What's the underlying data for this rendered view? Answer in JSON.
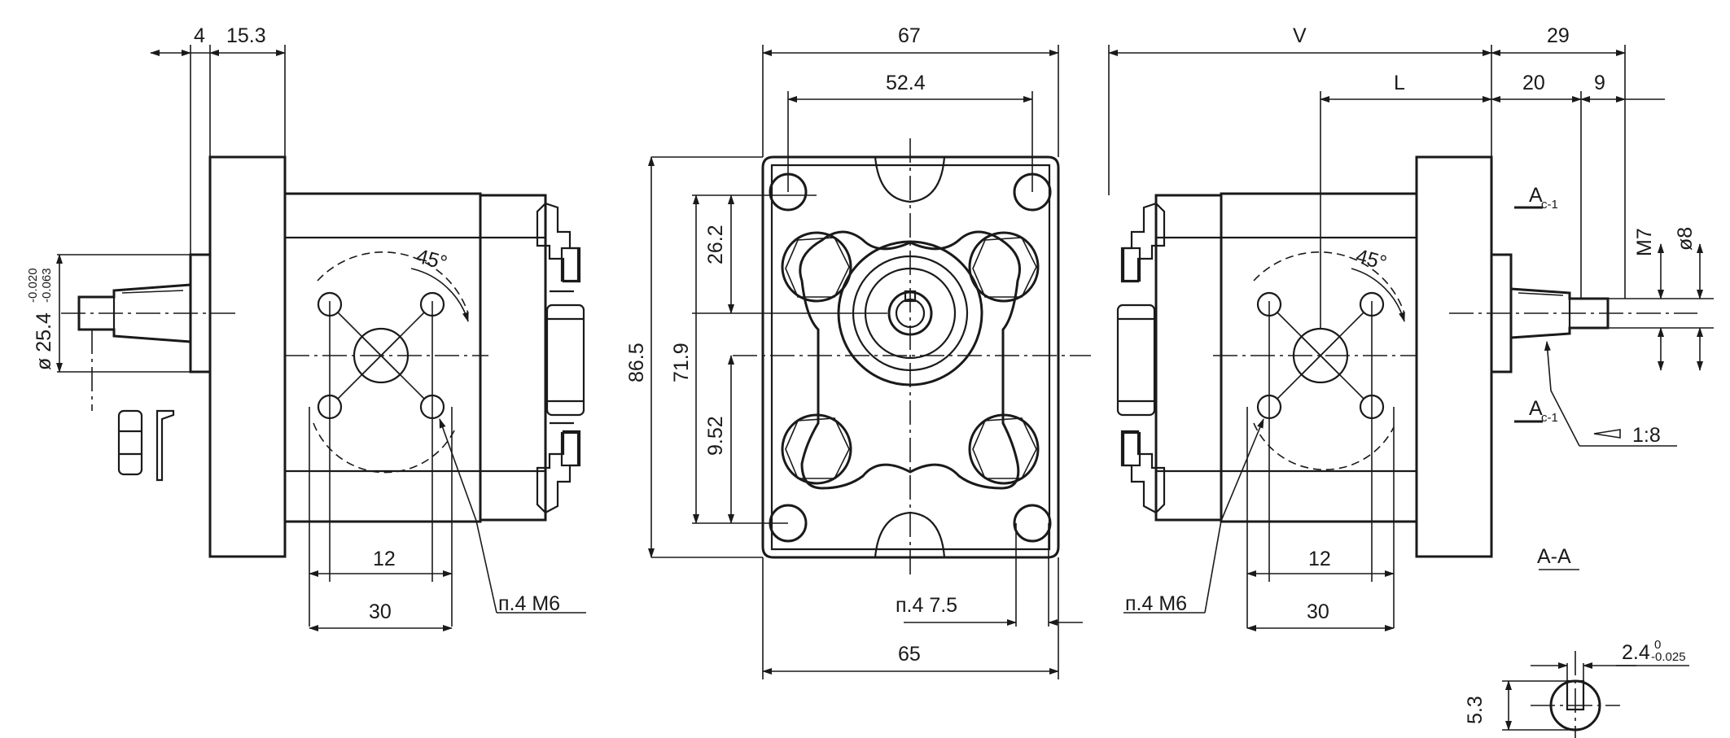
{
  "dimensions": {
    "d4": "4",
    "d15_3": "15.3",
    "d67": "67",
    "d52_4": "52.4",
    "dV": "V",
    "d29": "29",
    "dL": "L",
    "d20": "20",
    "d9": "9",
    "d26_2": "26.2",
    "d86_5": "86.5",
    "d71_9": "71.9",
    "d9_52": "9.52",
    "d12_left": "12",
    "d30_left": "30",
    "d12_right": "12",
    "d30_right": "30",
    "d65": "65",
    "shaft_dia": "ø 25.4",
    "shaft_tol_upper": "-0.020",
    "shaft_tol_lower": "-0.063",
    "m7": "M7",
    "d8": "ø8",
    "d5_3": "5.3",
    "key_width": "2.4",
    "key_tol_upper": "0",
    "key_tol_lower": "-0.025"
  },
  "callouts": {
    "angle_left": "45°",
    "angle_right": "45°",
    "holes_left": "п.4 М6",
    "holes_right": "п.4 М6",
    "holes_front": "п.4 7.5",
    "taper": "1:8"
  },
  "section": {
    "label": "A-A",
    "mark_top": "A",
    "mark_bottom": "A",
    "mark_sub": "с-1"
  }
}
